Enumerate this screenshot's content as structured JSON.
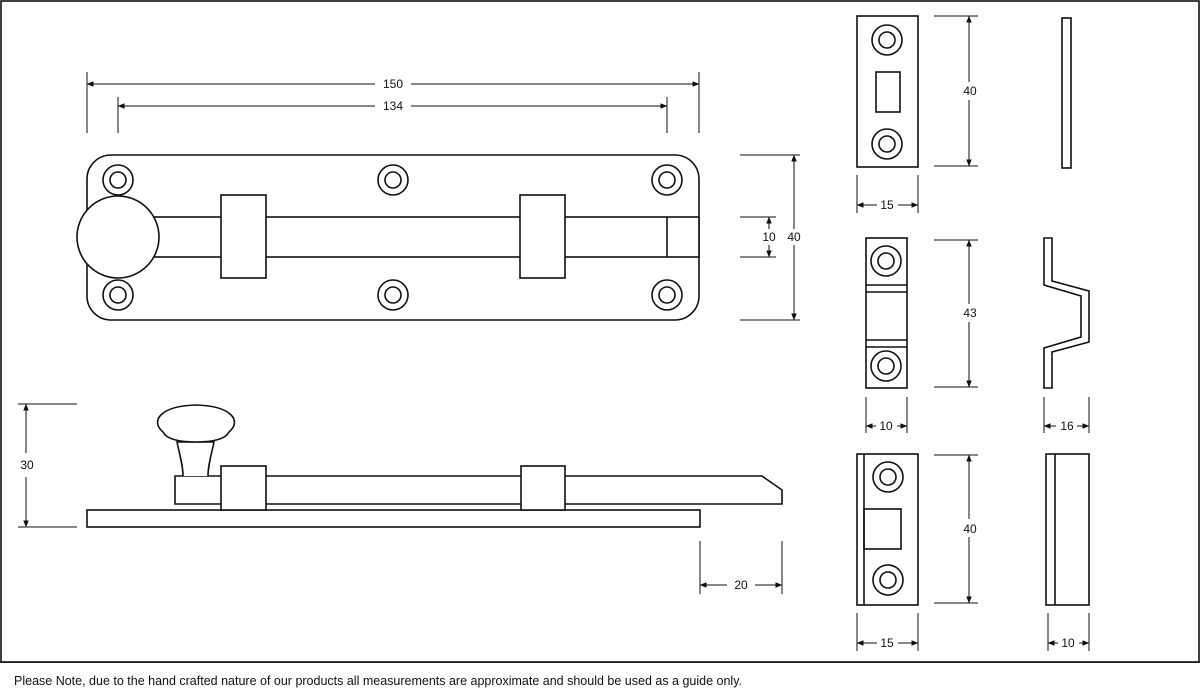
{
  "note": "Please Note, due to the hand crafted nature of our products all measurements are approximate and should be used as a guide only.",
  "dimensions": {
    "overall_length": "150",
    "hole_spacing": "134",
    "bolt_width": "10",
    "plate_height": "40",
    "height": "30",
    "projection": "20",
    "keep1_height": "40",
    "keep1_width": "15",
    "keep2_height": "43",
    "keep2_width": "10",
    "keep2_side_depth": "16",
    "keep3_height": "40",
    "keep3_width": "15",
    "keep3_side_width": "10"
  }
}
